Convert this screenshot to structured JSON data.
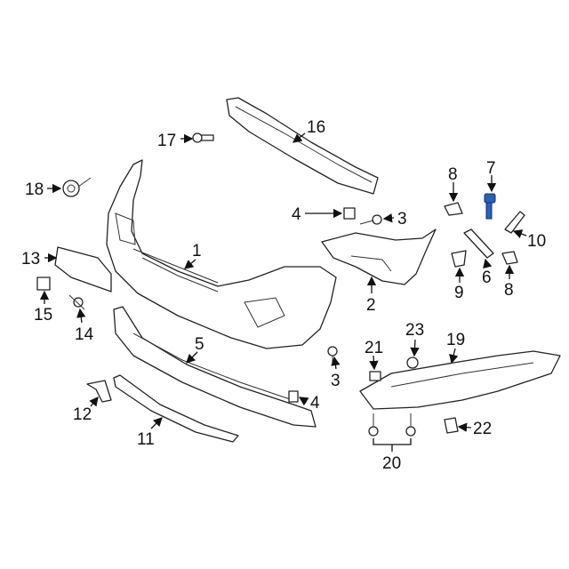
{
  "diagram": {
    "highlight_color": "#2b5fb8",
    "callouts": {
      "c1": "1",
      "c2": "2",
      "c3a": "3",
      "c3b": "3",
      "c4a": "4",
      "c4b": "4",
      "c5": "5",
      "c6": "6",
      "c7": "7",
      "c8a": "8",
      "c8b": "8",
      "c9": "9",
      "c10": "10",
      "c11": "11",
      "c12": "12",
      "c13": "13",
      "c14": "14",
      "c15": "15",
      "c16": "16",
      "c17": "17",
      "c18": "18",
      "c19": "19",
      "c20": "20",
      "c21": "21",
      "c22": "22",
      "c23": "23"
    }
  }
}
